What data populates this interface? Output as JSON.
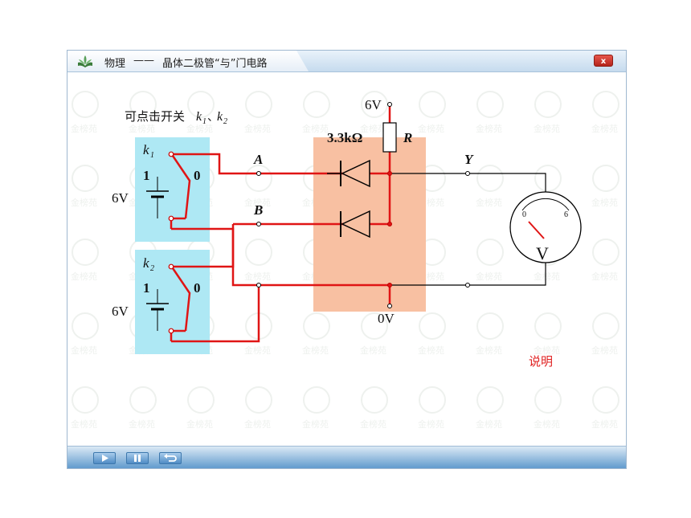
{
  "window": {
    "subject": "物理",
    "dash": "——",
    "title": "晶体二极管“与”门电路",
    "close_label": "x"
  },
  "circuit": {
    "instruction_prefix": "可点击开关",
    "instruction_k1": "k",
    "instruction_k1_sub": "1",
    "instruction_sep": "、",
    "instruction_k2": "k",
    "instruction_k2_sub": "2",
    "switch1": {
      "name": "k",
      "sub": "1",
      "pos_on": "1",
      "pos_off": "0",
      "voltage": "6V"
    },
    "switch2": {
      "name": "k",
      "sub": "2",
      "pos_on": "1",
      "pos_off": "0",
      "voltage": "6V"
    },
    "node_a": "A",
    "node_b": "B",
    "node_y": "Y",
    "supply": "6V",
    "ground": "0V",
    "resistor_value": "3.3kΩ",
    "resistor_name": "R",
    "meter": "V",
    "explain_link": "说明"
  },
  "watermark_text": "金榜苑",
  "colors": {
    "wire_active": "#e01515",
    "wire_idle": "#000000",
    "switch_panel": "#aee8f4",
    "diode_panel": "#f8c0a2",
    "link": "#e02020"
  },
  "controls": {
    "play": "play-icon",
    "pause": "pause-icon",
    "replay": "replay-icon"
  }
}
